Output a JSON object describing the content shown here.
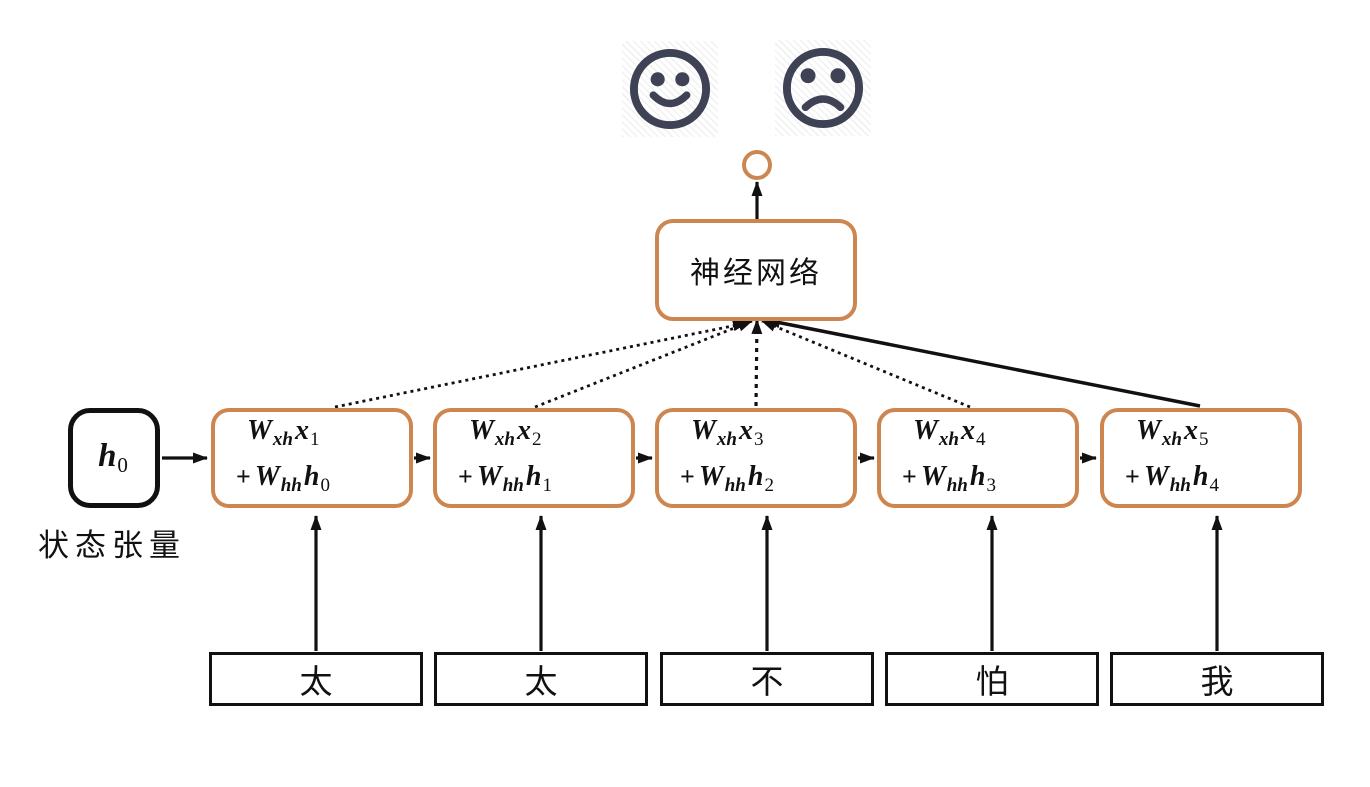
{
  "icons": {
    "happy_face": "smiley-face-icon",
    "sad_face": "frowning-face-icon",
    "output_node": "output-circle"
  },
  "colors": {
    "accent_orange": "#CE8650",
    "line_black": "#111111",
    "face_navy": "#3E4254",
    "background": "#FFFFFF"
  },
  "output_box": {
    "label": "神经网络"
  },
  "state": {
    "base": "h",
    "sub": "0",
    "caption": "状态张量"
  },
  "formula_tokens": {
    "W": "W",
    "x": "x",
    "h": "h",
    "xh": "xh",
    "hh": "hh",
    "plus": "+"
  },
  "cells": [
    {
      "x_sub": "1",
      "h_sub": "0"
    },
    {
      "x_sub": "2",
      "h_sub": "1"
    },
    {
      "x_sub": "3",
      "h_sub": "2"
    },
    {
      "x_sub": "4",
      "h_sub": "3"
    },
    {
      "x_sub": "5",
      "h_sub": "4"
    }
  ],
  "inputs": [
    {
      "label": "太"
    },
    {
      "label": "太"
    },
    {
      "label": "不"
    },
    {
      "label": "怕"
    },
    {
      "label": "我"
    }
  ]
}
